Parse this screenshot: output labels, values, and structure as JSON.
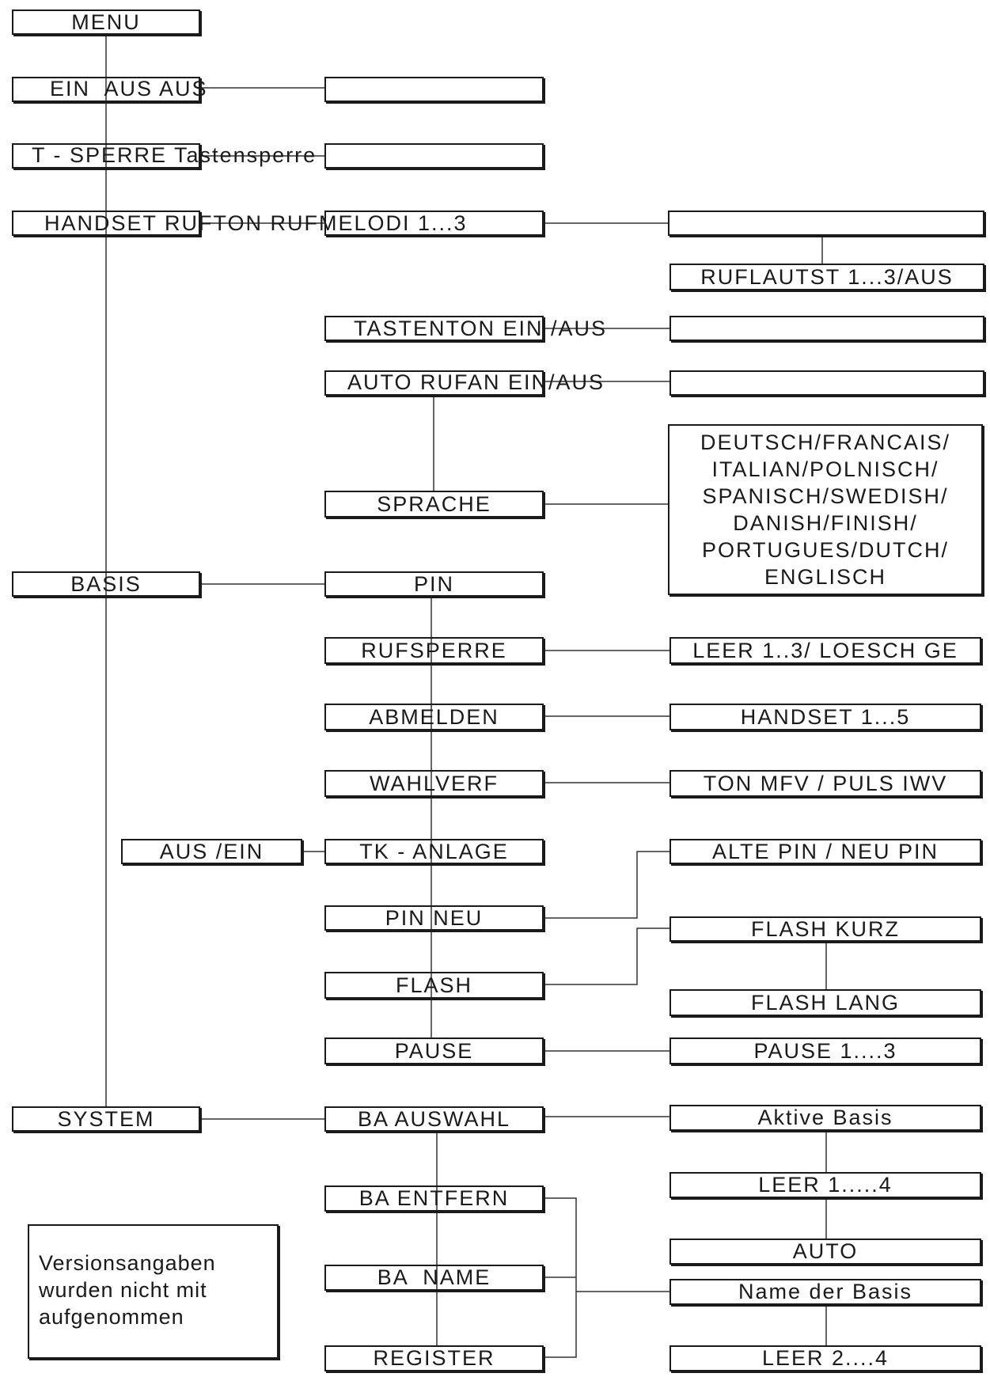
{
  "menu": {
    "root": "MENU",
    "ein_aus": "EIN  AUS AUS",
    "tastensperre": "T - SPERRE Tastensperre",
    "handset": "HANDSET RUFTON RUFMELODI 1...3",
    "ruflautst": "RUFLAUTST 1...3/AUS",
    "tastenton": "TASTENTON EIN /AUS",
    "auto_rufan": "AUTO RUFAN EIN/AUS",
    "sprache": "SPRACHE",
    "languages": [
      "DEUTSCH/FRANCAIS/",
      "ITALIAN/POLNISCH/",
      "SPANISCH/SWEDISH/",
      "DANISH/FINISH/",
      "PORTUGUES/DUTCH/",
      "ENGLISCH"
    ],
    "basis": "BASIS",
    "pin": "PIN",
    "rufsperre": "RUFSPERRE",
    "rufsperre_opt": "LEER 1..3/ LOESCH GE",
    "abmelden": "ABMELDEN",
    "abmelden_opt": "HANDSET 1...5",
    "wahlverf": "WAHLVERF",
    "wahlverf_opt": "TON MFV / PULS IWV",
    "tk_anlage": "TK - ANLAGE",
    "aus_ein": "AUS /EIN",
    "pin_neu": "PIN NEU",
    "pin_neu_opt": "ALTE PIN / NEU PIN",
    "flash": "FLASH",
    "flash_kurz": "FLASH KURZ",
    "flash_lang": "FLASH LANG",
    "pause": "PAUSE",
    "pause_opt": "PAUSE 1....3",
    "system": "SYSTEM",
    "ba_auswahl": "BA AUSWAHL",
    "aktive_basis": "Aktive Basis",
    "leer_1_4": "LEER 1.....4",
    "auto": "AUTO",
    "ba_entfern": "BA ENTFERN",
    "ba_name": "BA  NAME",
    "name_der_basis": "Name der Basis",
    "register": "REGISTER",
    "leer_2_4": "LEER 2....4"
  },
  "note": [
    "Versionsangaben",
    "wurden nicht mit",
    "aufgenommen"
  ]
}
